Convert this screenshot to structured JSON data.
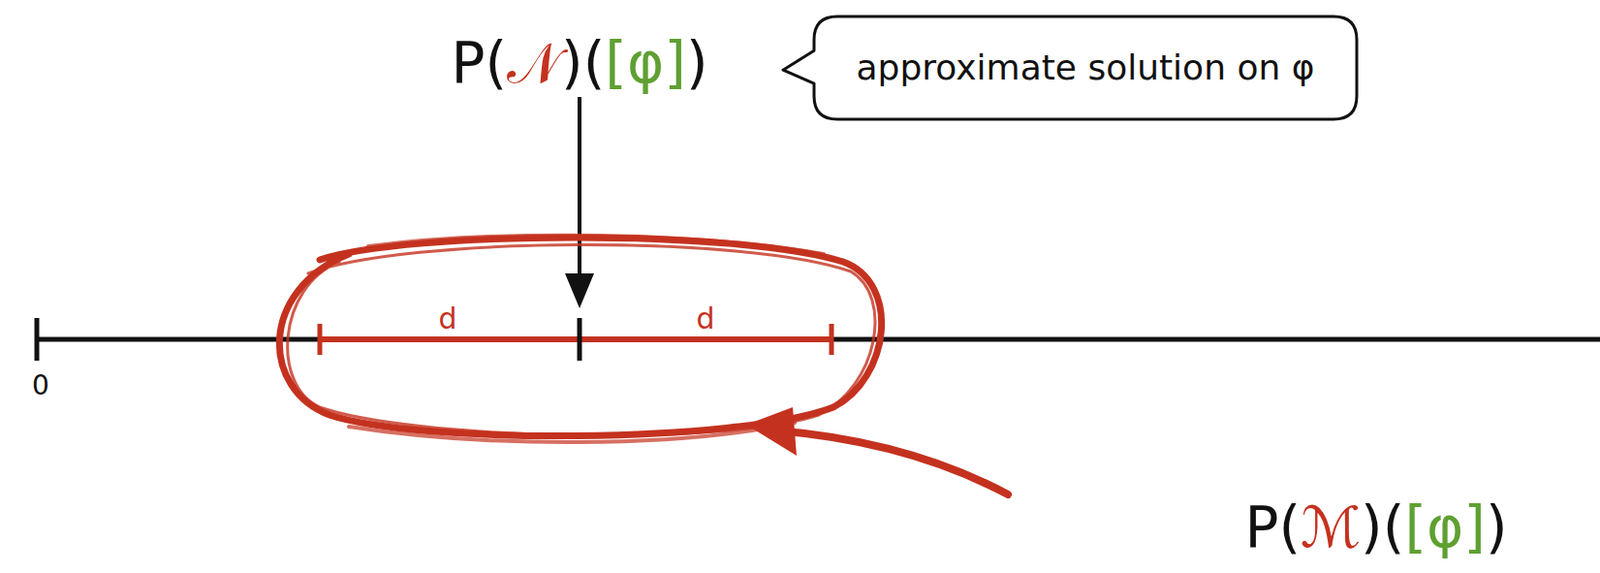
{
  "diagram": {
    "nodes": [
      {
        "text": [
          "approximate solution on φ"
        ]
      }
    ],
    "labels": [
      "P(𝒩)([φ])",
      "0",
      "d",
      "d",
      "P(ℳ)([φ])"
    ]
  }
}
